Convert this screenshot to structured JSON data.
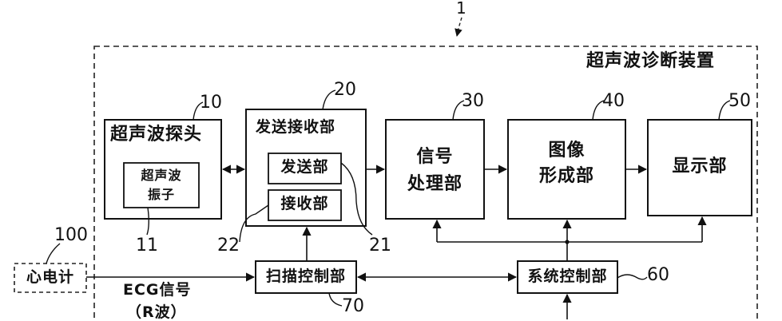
{
  "reference_numeral": "1",
  "apparatus": {
    "title": "超声波诊断装置"
  },
  "probe": {
    "num": "10",
    "label": "超声波探头",
    "element_label_line1": "超声波",
    "element_label_line2": "振子",
    "element_num": "11"
  },
  "transceiver": {
    "num": "20",
    "label": "发送接收部",
    "tx_label": "发送部",
    "tx_num": "21",
    "rx_label": "接收部",
    "rx_num": "22"
  },
  "signal_processing": {
    "num": "30",
    "label_line1": "信号",
    "label_line2": "处理部"
  },
  "image_forming": {
    "num": "40",
    "label_line1": "图像",
    "label_line2": "形成部"
  },
  "display": {
    "num": "50",
    "label": "显示部"
  },
  "system_control": {
    "num": "60",
    "label": "系统控制部"
  },
  "scan_control": {
    "num": "70",
    "label": "扫描控制部"
  },
  "ecg": {
    "num": "100",
    "label": "心电计",
    "signal_label": "ECG信号",
    "signal_sub": "（R波）"
  }
}
